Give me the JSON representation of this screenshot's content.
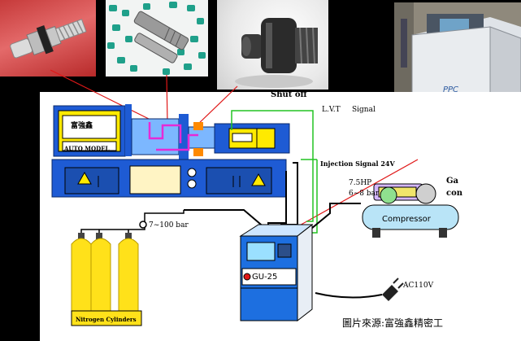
{
  "labels": {
    "shut_off": "Shut off",
    "lvt": "L.V.T",
    "lvt_signal": "Signal",
    "injection_signal": "Injection Signal 24V",
    "compressor_hp": "7.5HP",
    "compressor_bar": "6~8 bar",
    "gas_line1": "Ga",
    "gas_line2": "con",
    "cylinder_pressure": "7~100 bar",
    "power": "AC110V",
    "source": "圖片來源:富強鑫精密工",
    "cylinders": "Nitrogen Cylinders",
    "controller": "GU-25",
    "machine_model": "AUTO MODEL",
    "machine_logo": "富強鑫",
    "compressor": "Compressor"
  },
  "colors": {
    "machine_blue": "#1e5bd4",
    "controller_blue": "#1d6fe0",
    "cylinder_yellow": "#ffe11a",
    "compressor_blue": "#b9e4f7",
    "signal_green": "#22c322",
    "link_red": "#e01818"
  }
}
